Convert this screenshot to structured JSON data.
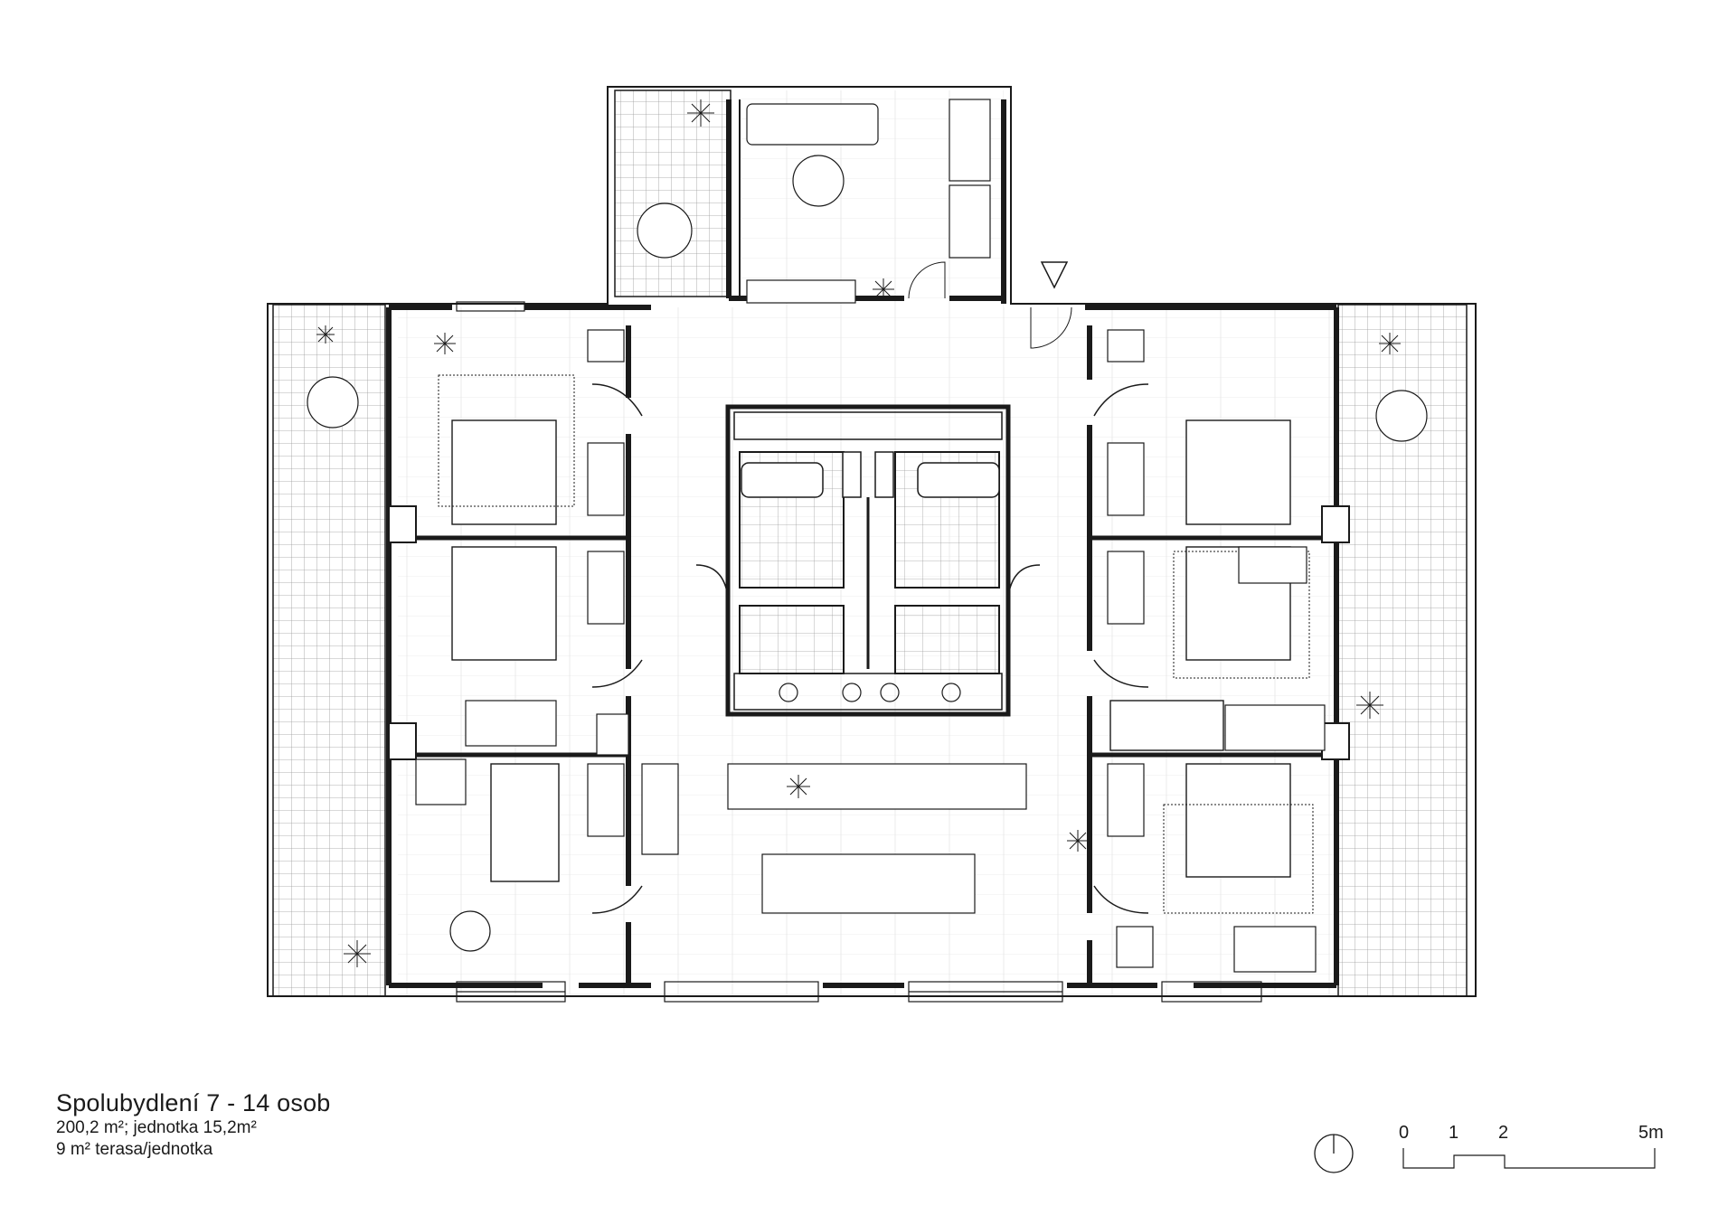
{
  "caption": {
    "title": "Spolubydlení  7 - 14 osob",
    "area_line": "200,2 m²; jednotka 15,2m²",
    "terrace_line": "9 m² terasa/jednotka"
  },
  "scale_bar": {
    "labels": [
      "0",
      "1",
      "2",
      "5m"
    ]
  },
  "icons": [
    "north-arrow-icon",
    "entrance-marker-icon"
  ],
  "colors": {
    "line": "#1a1a1a",
    "wall": "#1a1a1a",
    "background": "#ffffff"
  }
}
